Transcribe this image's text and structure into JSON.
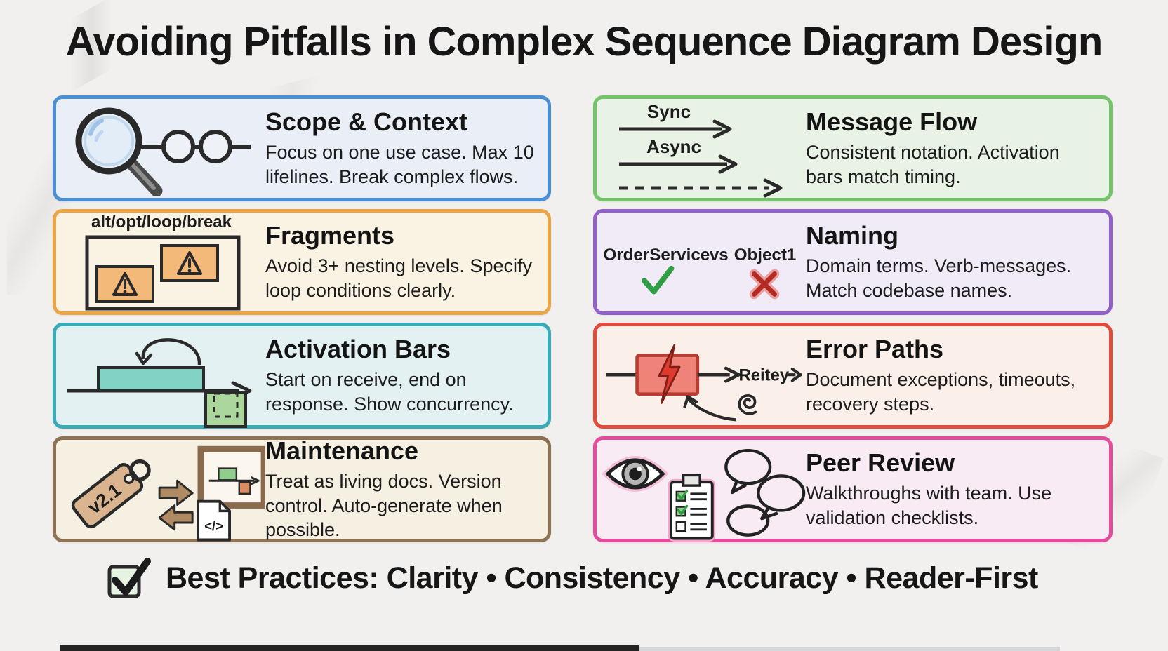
{
  "page": {
    "title": "Avoiding Pitfalls in Complex Sequence Diagram Design",
    "background": "#f2f0ee",
    "footer_text": "Best Practices: Clarity • Consistency • Accuracy • Reader-First"
  },
  "cards": [
    {
      "id": "scope-context",
      "title": "Scope & Context",
      "desc": "Focus on one use case. Max 10 lifelines. Break complex flows.",
      "border": "#4a8fd4",
      "bg": "#e9eef7"
    },
    {
      "id": "message-flow",
      "title": "Message Flow",
      "desc": "Consistent notation. Activation bars match timing.",
      "border": "#74c46c",
      "bg": "#e8f3e5"
    },
    {
      "id": "fragments",
      "title": "Fragments",
      "desc": "Avoid 3+ nesting levels. Specify loop conditions clearly.",
      "border": "#eba446",
      "bg": "#faf3e3"
    },
    {
      "id": "naming",
      "title": "Naming",
      "desc": "Domain terms. Verb-messages. Match codebase names.",
      "border": "#9161c9",
      "bg": "#f0ebf7"
    },
    {
      "id": "activation-bars",
      "title": "Activation Bars",
      "desc": "Start on receive, end on response. Show concurrency.",
      "border": "#3aacb8",
      "bg": "#e4f1f2"
    },
    {
      "id": "error-paths",
      "title": "Error Paths",
      "desc": "Document exceptions, timeouts, recovery steps.",
      "border": "#e14b3d",
      "bg": "#faefe9"
    },
    {
      "id": "maintenance",
      "title": "Maintenance",
      "desc": "Treat as living docs. Version control. Auto-generate when possible.",
      "border": "#8d7254",
      "bg": "#f6f0e3"
    },
    {
      "id": "peer-review",
      "title": "Peer Review",
      "desc": "Walkthroughs with team. Use validation checklists.",
      "border": "#e44b9d",
      "bg": "#f8ebf4"
    }
  ],
  "icons": {
    "message_flow": {
      "sync_label": "Sync",
      "async_label": "Async"
    },
    "fragments": {
      "label": "alt/opt/loop/break"
    },
    "naming": {
      "good_name": "OrderService",
      "vs_label": "vs",
      "bad_name": "Object1"
    },
    "error_paths": {
      "retry_label": "Reitey"
    },
    "maintenance": {
      "version_tag": "v2.1",
      "code_glyph": "</>"
    }
  },
  "colors": {
    "check_green": "#2f9e44",
    "cross_red": "#c0392b",
    "warn_orange": "#f2b978",
    "bar_teal": "#82d2c6",
    "bar_green": "#abd79c",
    "error_red_fill": "#ef8379",
    "bolt_red": "#df3a2d",
    "tag_tan": "#d9b48e",
    "arrow_brown": "#b08a62",
    "board_brown": "#8a6b4d",
    "lens_blue": "#e3edf7",
    "glow_pink": "#f0a7cb"
  }
}
